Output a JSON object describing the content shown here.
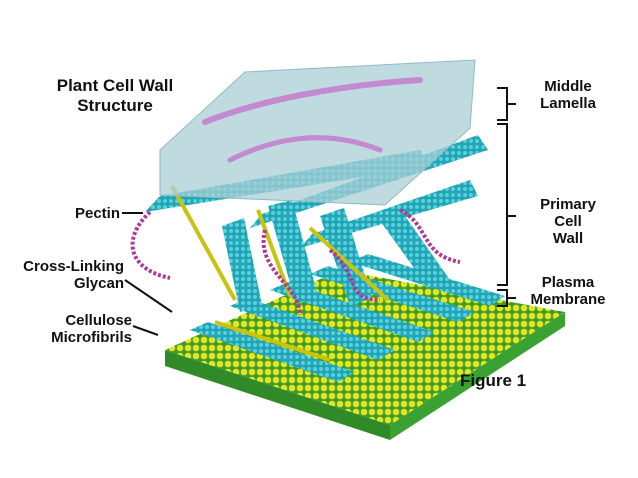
{
  "title": {
    "line1": "Plant Cell Wall",
    "line2": "Structure"
  },
  "labels": {
    "pectin": "Pectin",
    "cross_linking": {
      "line1": "Cross-Linking",
      "line2": "Glycan"
    },
    "cellulose": {
      "line1": "Cellulose",
      "line2": "Microfibrils"
    },
    "middle_lamella": {
      "line1": "Middle",
      "line2": "Lamella"
    },
    "primary_cell_wall": {
      "line1": "Primary",
      "line2": "Cell",
      "line3": "Wall"
    },
    "plasma_membrane": {
      "line1": "Plasma",
      "line2": "Membrane"
    }
  },
  "figure_label": "Figure 1",
  "colors": {
    "cellulose": "#1fa5b5",
    "cellulose_dark": "#0f7d8c",
    "pectin": "#b0389a",
    "glycan": "#c9c20f",
    "membrane_head": "#e3e61a",
    "membrane_tail": "#3e9a2c",
    "lamella": "#a9cfd6"
  }
}
